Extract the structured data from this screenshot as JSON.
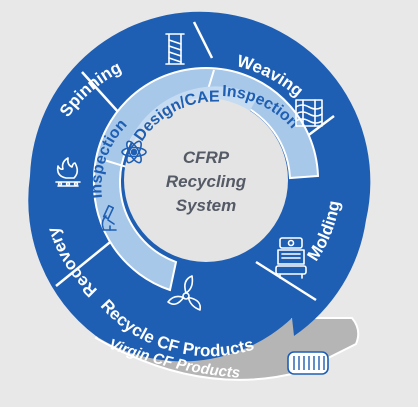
{
  "diagram": {
    "center": {
      "line1": "CFRP",
      "line2": "Recycling",
      "line3": "System"
    },
    "outer_ring": {
      "spinning": "Spinning",
      "weaving": "Weaving",
      "molding": "Molding",
      "recycle_cf_products": "Recycle CF Products",
      "recovery": "Recovery"
    },
    "inner_ring": {
      "inspection_left": "Inspection",
      "design_cae": "Design/CAE",
      "inspection_right": "Inspection"
    },
    "tail": {
      "virgin_cf_products": "Virgin CF Products"
    },
    "icons": [
      "yarn-spool-icon",
      "woven-fabric-icon",
      "molding-machine-icon",
      "propeller-icon",
      "fire-icon",
      "microscope-icon",
      "atom-icon",
      "cf-rod-icon"
    ],
    "colors": {
      "outer_blue": "#1e5fb4",
      "inner_light_blue": "#a8c8ea",
      "center_gray": "#e4e4e4",
      "virgin_band_gray": "#b5b5b5",
      "background": "#e8e8e9"
    }
  }
}
